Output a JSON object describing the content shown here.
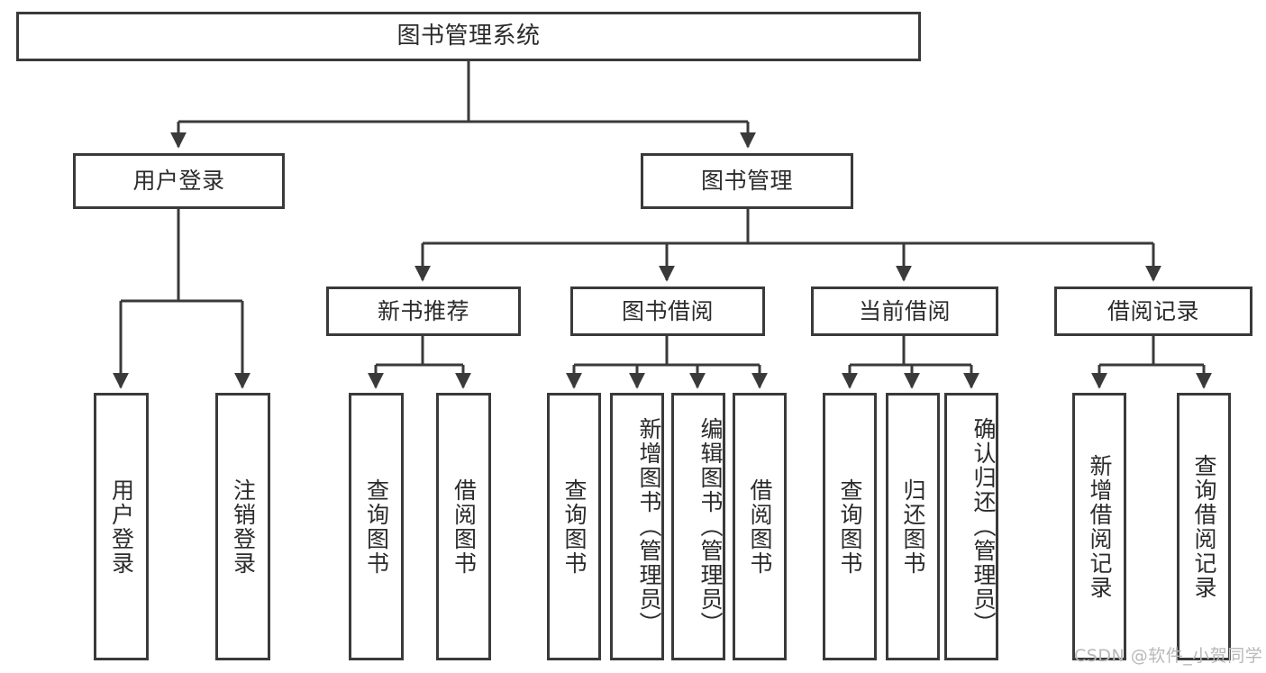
{
  "diagram": {
    "title": "图书管理系统",
    "type": "hierarchy-tree",
    "watermark": "CSDN @软件_小贺同学",
    "colors": {
      "box_border": "#3a3a3a",
      "box_fill": "#ffffff",
      "text": "#2b2b2b",
      "edge": "#3a3a3a",
      "watermark": "#b8b8b8"
    },
    "nodes": {
      "root": {
        "label": "图书管理系统"
      },
      "level2": [
        {
          "label": "用户登录"
        },
        {
          "label": "图书管理"
        }
      ],
      "level3": [
        {
          "label": "新书推荐"
        },
        {
          "label": "图书借阅"
        },
        {
          "label": "当前借阅"
        },
        {
          "label": "借阅记录"
        }
      ],
      "leaves": {
        "user_login": [
          {
            "label": "用户登录"
          },
          {
            "label": "注销登录"
          }
        ],
        "new_book_recommend": [
          {
            "label": "查询图书"
          },
          {
            "label": "借阅图书"
          }
        ],
        "book_borrow": [
          {
            "label": "查询图书"
          },
          {
            "label": "新增图书（管理员）"
          },
          {
            "label": "编辑图书（管理员）"
          },
          {
            "label": "借阅图书"
          }
        ],
        "current_borrow": [
          {
            "label": "查询图书"
          },
          {
            "label": "归还图书"
          },
          {
            "label": "确认归还（管理员）"
          }
        ],
        "borrow_record": [
          {
            "label": "新增借阅记录"
          },
          {
            "label": "查询借阅记录"
          }
        ]
      }
    }
  }
}
